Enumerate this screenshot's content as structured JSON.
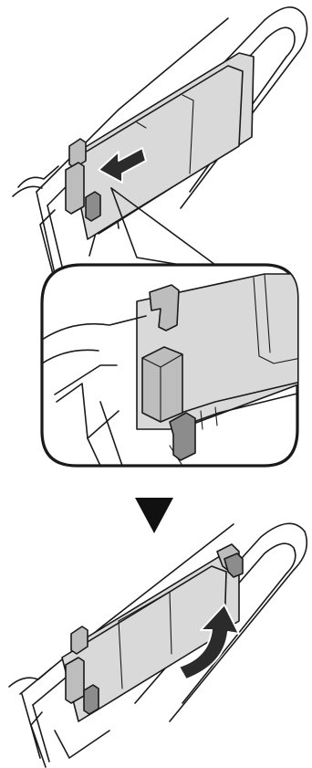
{
  "figure": {
    "panels": [
      "paper-insertion-step",
      "paper-guide-closeup",
      "paper-guide-adjust-step"
    ],
    "colors": {
      "line": "#1a1a1a",
      "paper_fill": "#d9d9d9",
      "guide_fill": "#bdbdbd",
      "arrow_fill": "#2b2b2b",
      "background": "#ffffff"
    },
    "icons": {
      "step_divider": "down-triangle-icon",
      "slide_direction": "left-arrow-icon",
      "rotate_direction": "curved-arrow-icon"
    }
  }
}
